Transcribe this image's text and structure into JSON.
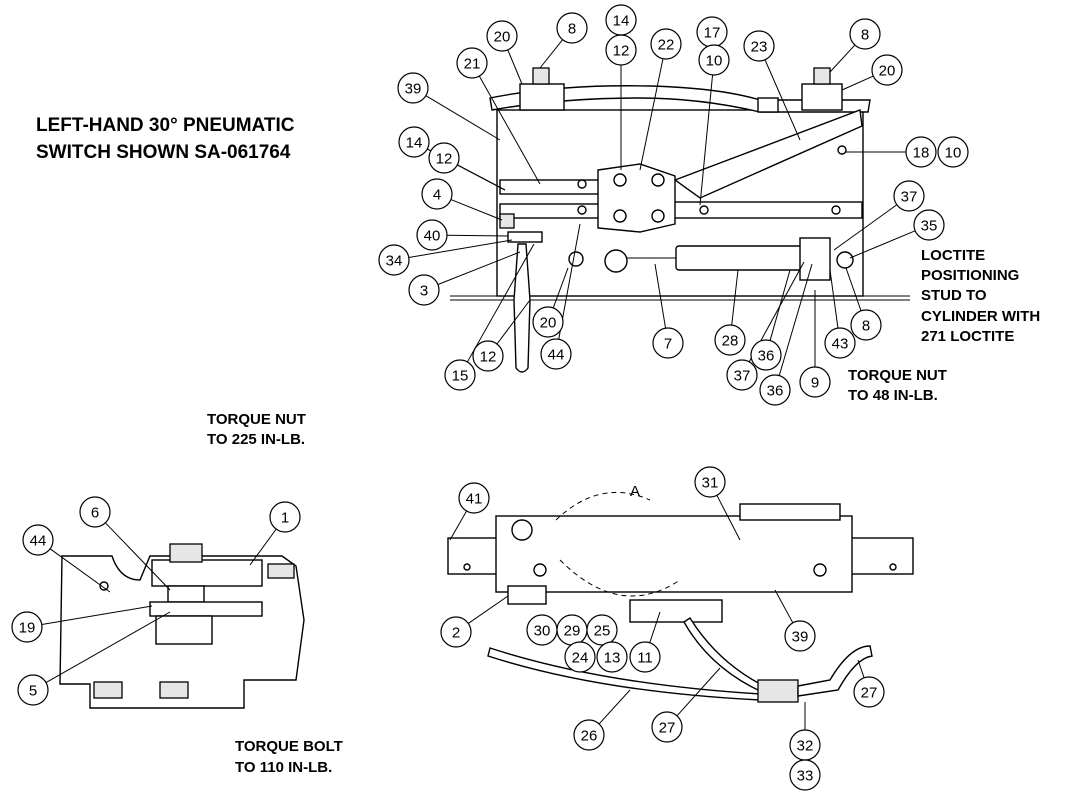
{
  "notes": {
    "title_line1": "LEFT-HAND 30° PNEUMATIC",
    "title_line2": "SWITCH SHOWN SA-061764",
    "loctite_l1": "LOCTITE",
    "loctite_l2": "POSITIONING",
    "loctite_l3": "STUD TO",
    "loctite_l4": "CYLINDER WITH",
    "loctite_l5": "271 LOCTITE",
    "torque48_l1": "TORQUE NUT",
    "torque48_l2": "TO 48 IN-LB.",
    "torque225_l1": "TORQUE NUT",
    "torque225_l2": "TO 225 IN-LB.",
    "torque110_l1": "TORQUE BOLT",
    "torque110_l2": "TO 110 IN-LB.",
    "view_a": "A"
  },
  "callouts": [
    "20",
    "8",
    "14",
    "12",
    "22",
    "17",
    "10",
    "23",
    "8",
    "20",
    "39",
    "21",
    "14",
    "12",
    "18",
    "10",
    "4",
    "37",
    "35",
    "40",
    "34",
    "3",
    "20",
    "44",
    "7",
    "28",
    "36",
    "8",
    "43",
    "12",
    "15",
    "37",
    "36",
    "9",
    "6",
    "1",
    "44",
    "19",
    "5",
    "41",
    "31",
    "2",
    "30",
    "29",
    "25",
    "24",
    "13",
    "11",
    "39",
    "27",
    "26",
    "27",
    "32",
    "33"
  ]
}
